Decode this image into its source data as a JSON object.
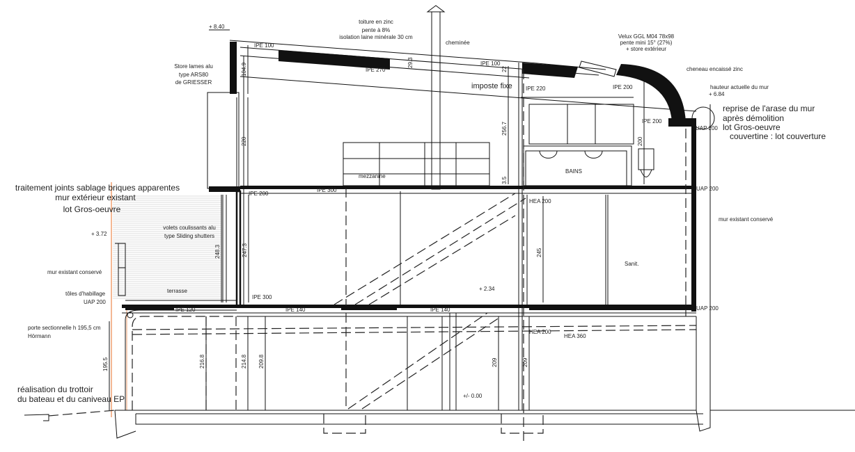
{
  "drawing": {
    "roof": {
      "elevation_top": "+ 8.40",
      "roof_note": [
        "toiture en zinc",
        "pente à 8%",
        "isolation laine minérale 30 cm"
      ],
      "chimney": "cheminée",
      "velux": [
        "Velux GGL M04 78x98",
        "pente mini 15° (27%)",
        "+ store extérieur"
      ],
      "gutter": "cheneau encaissé zinc",
      "wall_height_label": "hauteur actuelle du mur",
      "wall_height_value": "+ 6.84",
      "wall_note": [
        "reprise de l'arase du mur",
        "après démolition",
        "lot Gros-oeuvre",
        "couvertine : lot couverture"
      ],
      "imposte": "imposte fixe"
    },
    "store_note": [
      "Store lames alu",
      "type ARS80",
      "de GRIESSER"
    ],
    "facade_note": [
      "traitement joints sablage briques apparentes",
      "mur extérieur existant",
      "lot Gros-oeuvre"
    ],
    "shutters_note": [
      "volets coulissants alu",
      "type Sliding shutters"
    ],
    "terrace_elevation": "+ 3.72",
    "existing_wall_left": "mur existant conservé",
    "existing_wall_right": "mur existant conservé",
    "toles": "tôles d'habillage",
    "terrasse": "terrasse",
    "garage_door": [
      "porte sectionnelle h 195,5 cm",
      "Hörmann"
    ],
    "sidewalk_note": [
      "réalisation du trottoir",
      "du bateau et du caniveau EP"
    ],
    "rooms": {
      "mezzanine": "mezzanine",
      "bains": "BAINS",
      "sanit": "Sanit."
    },
    "levels": {
      "first": "+ 2.34",
      "ground": "+/- 0.00"
    },
    "beams": {
      "ipe100a": "IPE 100",
      "ipe100b": "IPE 100",
      "ipe270": "IPE 270",
      "ipe220": "IPE 220",
      "ipe200roof": "IPE 200",
      "ipe200b": "IPE 200",
      "ipe200left": "IPE 200",
      "uap200top": "UAP 200",
      "uap200mid": "UAP 200",
      "uap200low": "UAP 200",
      "uap200left": "UAP 200",
      "ipe300mez": "IPE 300",
      "ipe300ter": "IPE 300",
      "ipe120": "IPE 120",
      "ipe140a": "IPE 140",
      "ipe140b": "IPE 140",
      "hea200a": "HEA 200",
      "hea200b": "HEA 200",
      "hea360": "HEA 360"
    },
    "dimensions": {
      "d104_9": "104.9",
      "d29_3": "29.3",
      "d22": "22",
      "d220": "220",
      "d256_7": "256.7",
      "d200": "200",
      "d248_3": "248.3",
      "d247_3": "247.3",
      "d3_5": "3.5",
      "d245": "245",
      "d195_5": "195.5",
      "d216_8": "216.8",
      "d214_8": "214.8",
      "d209_8": "209.8",
      "d209a": "209",
      "d209b": "209"
    },
    "colors": {
      "line": "#111111",
      "orange_line": "#f0a070",
      "terrace_hatch": "#bbbbbb"
    }
  }
}
